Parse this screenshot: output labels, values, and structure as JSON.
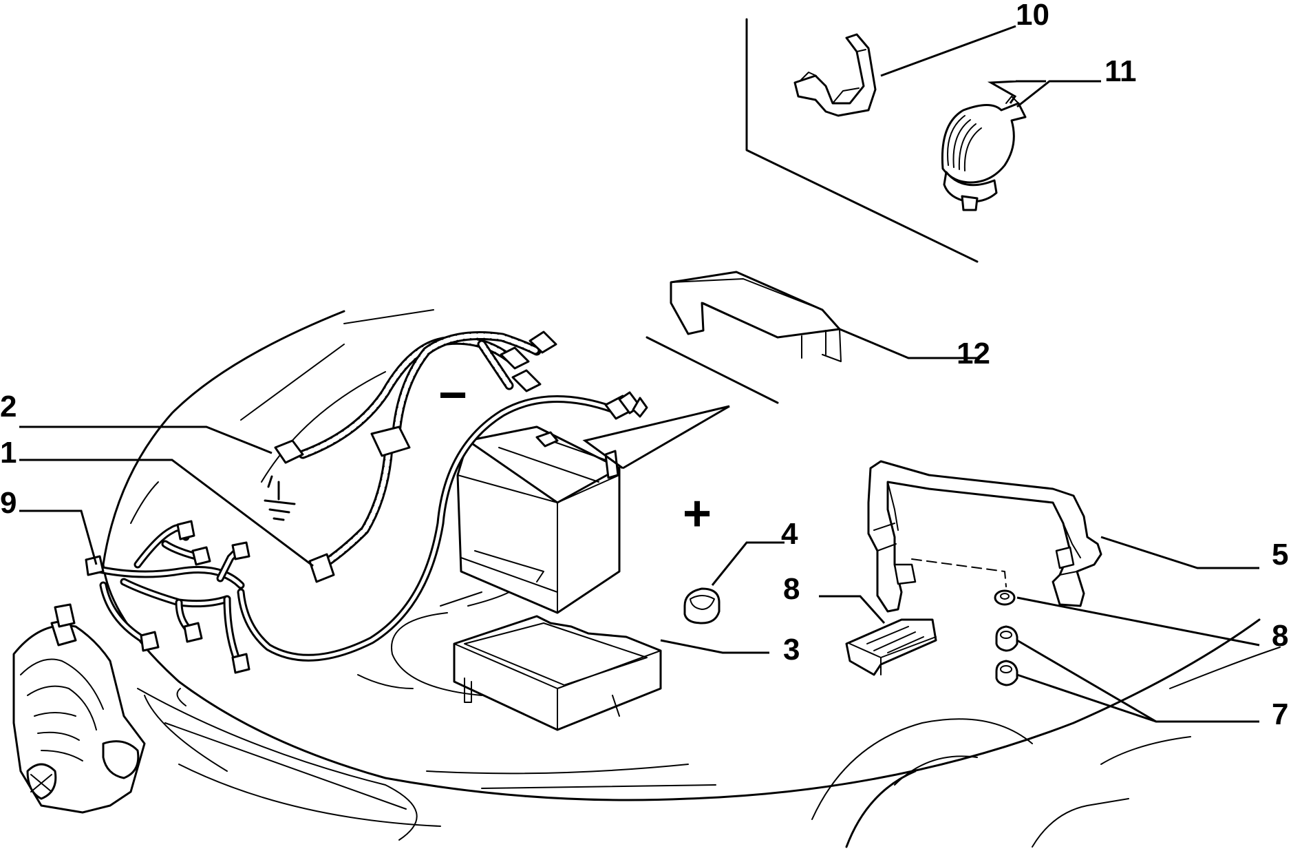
{
  "diagram": {
    "callouts": [
      {
        "id": "c10",
        "label": "10"
      },
      {
        "id": "c11",
        "label": "11"
      },
      {
        "id": "c12",
        "label": "12"
      },
      {
        "id": "c2",
        "label": "2"
      },
      {
        "id": "c1",
        "label": "1"
      },
      {
        "id": "c9",
        "label": "9"
      },
      {
        "id": "c4",
        "label": "4"
      },
      {
        "id": "c8a",
        "label": "8"
      },
      {
        "id": "c5",
        "label": "5"
      },
      {
        "id": "c8b",
        "label": "8"
      },
      {
        "id": "c3",
        "label": "3"
      },
      {
        "id": "c7",
        "label": "7"
      }
    ],
    "polarity": {
      "negative": "−",
      "positive": "+"
    }
  }
}
